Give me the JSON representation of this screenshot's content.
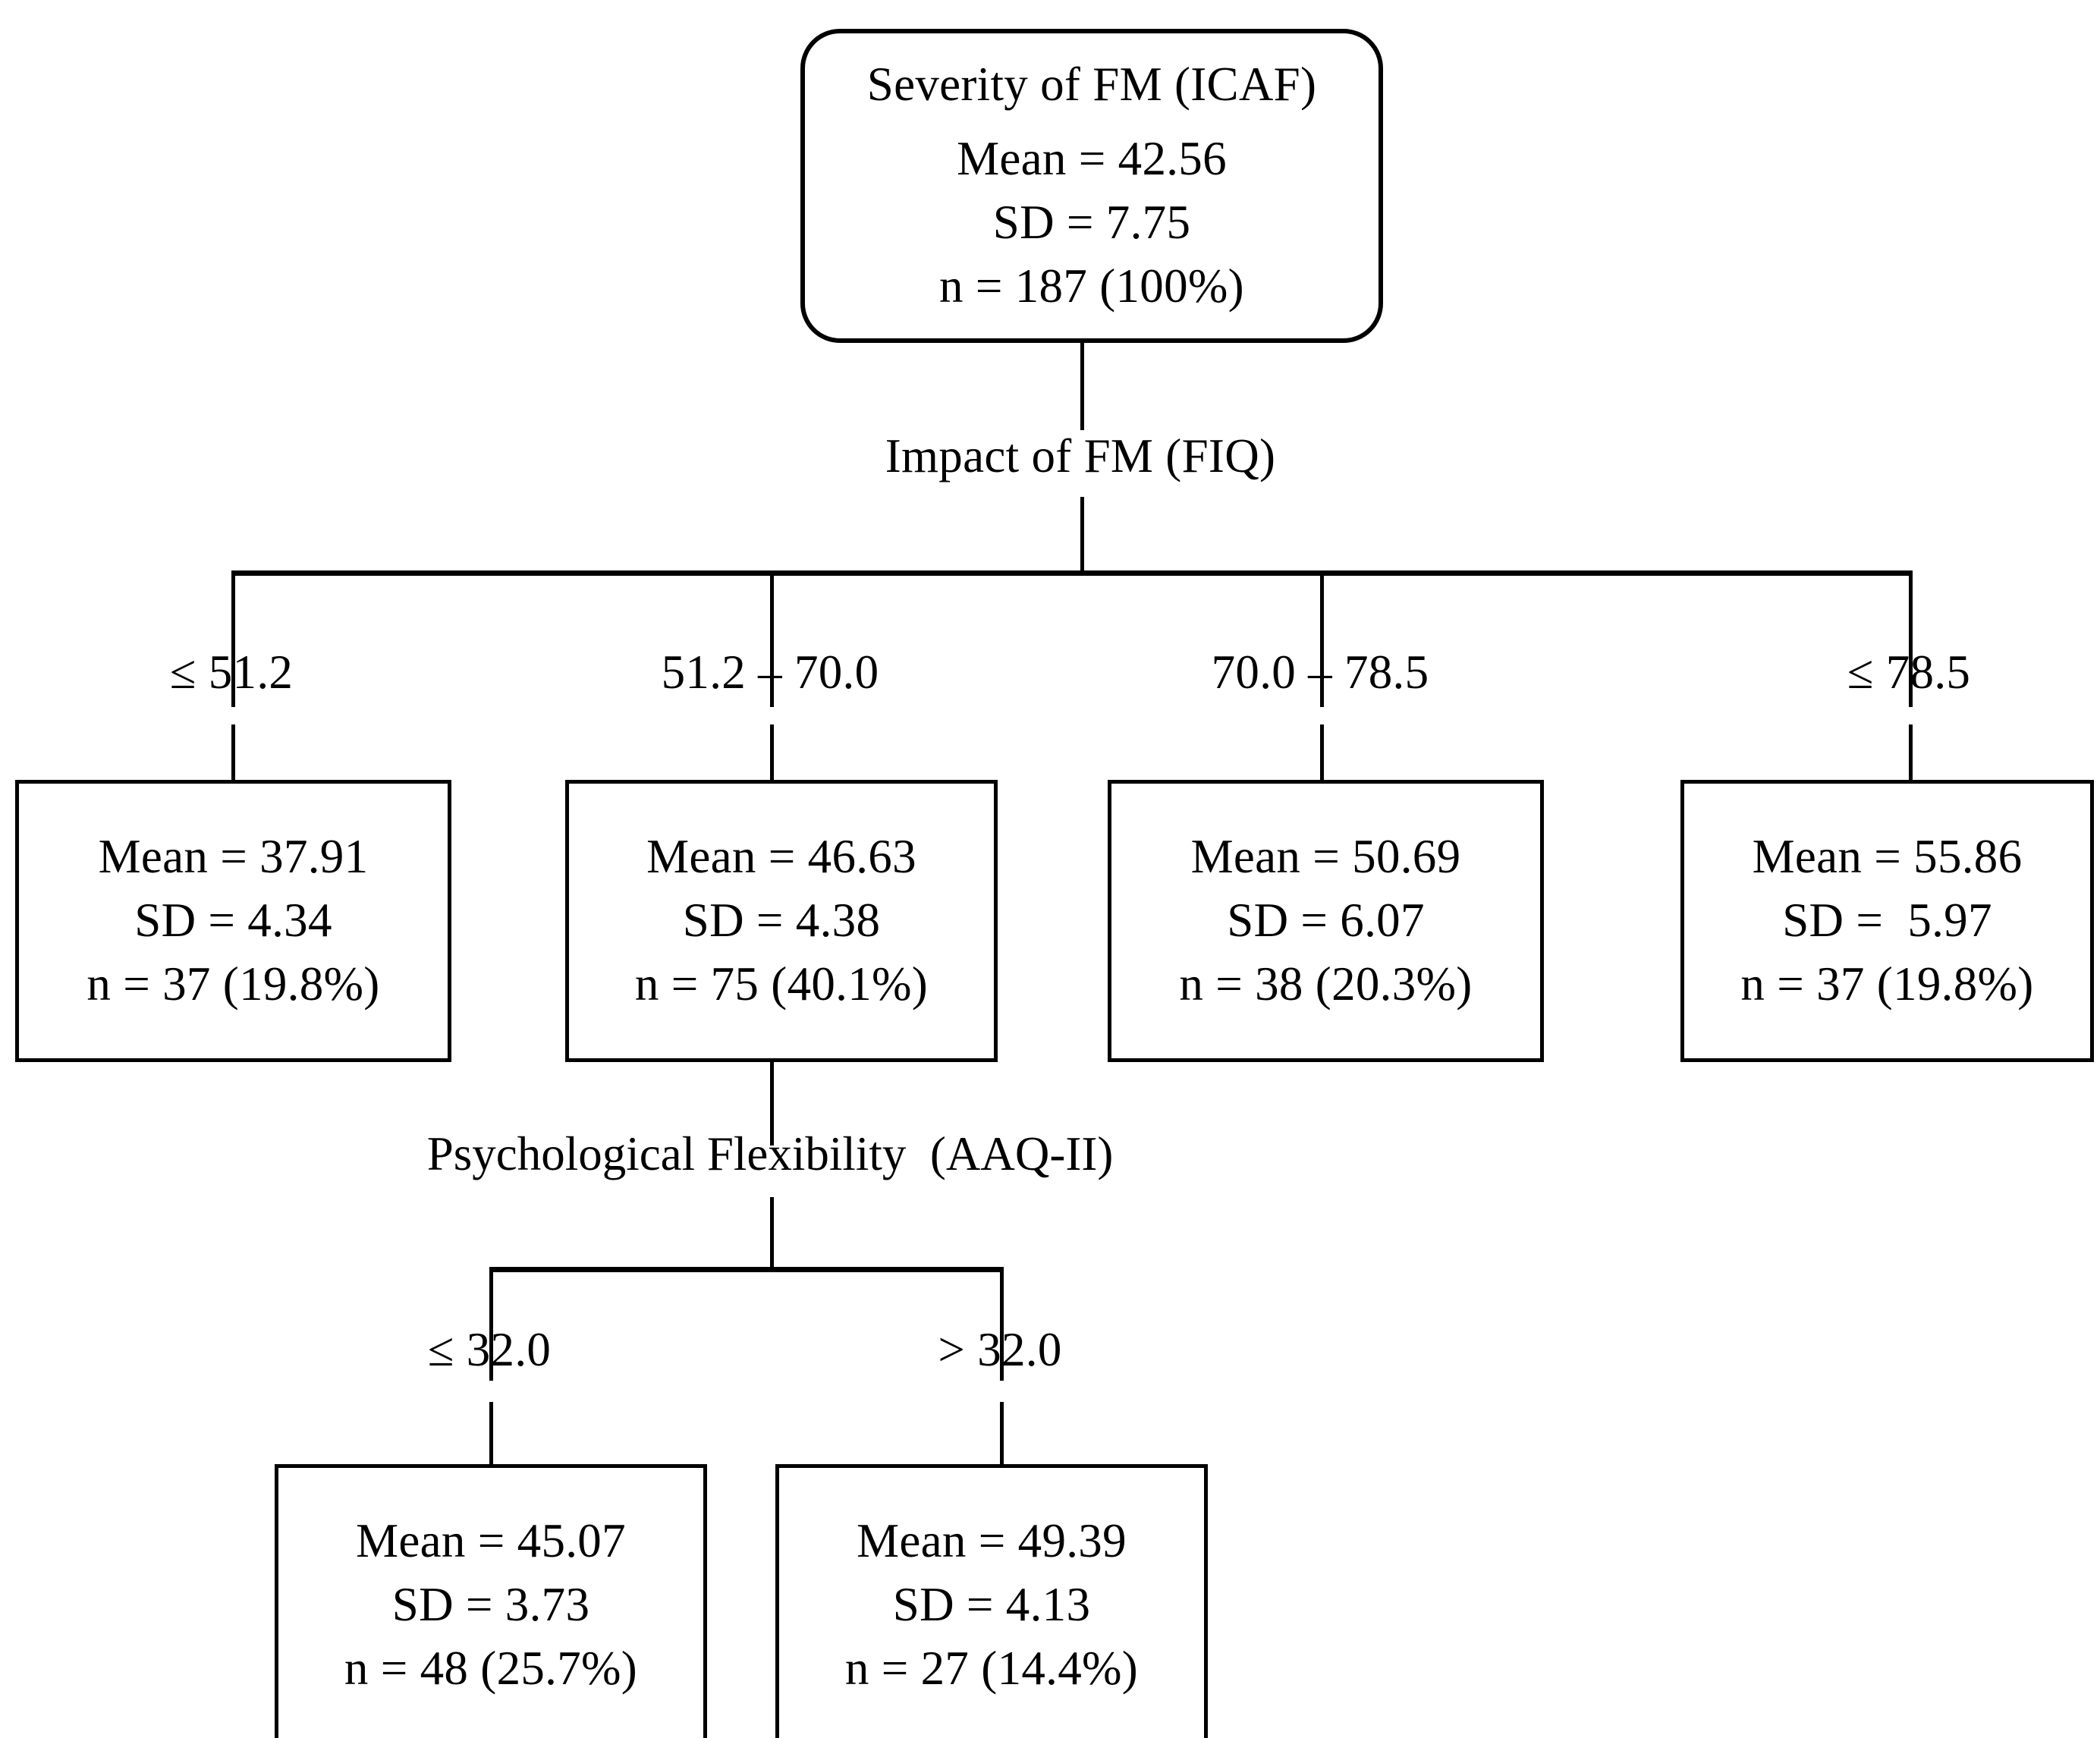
{
  "diagram": {
    "type": "decision-tree",
    "title_node": {
      "name": "root-node",
      "heading": "Severity of FM (ICAF)",
      "mean": "Mean = 42.56",
      "sd": "SD = 7.75",
      "n": "n = 187 (100%)"
    },
    "splits": [
      {
        "name": "split-fiq",
        "variable_label": "Impact of FM (FIQ)",
        "branch_labels": [
          "≤ 51.2",
          "51.2 – 70.0",
          "70.0 – 78.5",
          "≤ 78.5"
        ]
      },
      {
        "name": "split-aaq",
        "variable_label": "Psychological Flexibility  (AAQ-II)",
        "branch_labels": [
          "≤ 32.0",
          "> 32.0"
        ]
      }
    ],
    "level2_nodes": [
      {
        "name": "node-fiq-1",
        "mean": "Mean = 37.91",
        "sd": "SD = 4.34",
        "n": "n = 37 (19.8%)"
      },
      {
        "name": "node-fiq-2",
        "mean": "Mean = 46.63",
        "sd": "SD = 4.38",
        "n": "n = 75 (40.1%)"
      },
      {
        "name": "node-fiq-3",
        "mean": "Mean = 50.69",
        "sd": "SD = 6.07",
        "n": "n = 38 (20.3%)"
      },
      {
        "name": "node-fiq-4",
        "mean": "Mean = 55.86",
        "sd": "SD =  5.97",
        "n": "n = 37 (19.8%)"
      }
    ],
    "level3_nodes": [
      {
        "name": "node-aaq-1",
        "mean": "Mean = 45.07",
        "sd": "SD = 3.73",
        "n": "n = 48 (25.7%)"
      },
      {
        "name": "node-aaq-2",
        "mean": "Mean = 49.39",
        "sd": "SD = 4.13",
        "n": "n = 27 (14.4%)"
      }
    ]
  },
  "chart_data": {
    "type": "tree",
    "title": "Severity of FM (ICAF)",
    "outcome": "Severity of FM (ICAF)",
    "root": {
      "label": "Severity of FM (ICAF)",
      "mean": 42.56,
      "sd": 7.75,
      "n": 187,
      "pct": 100.0
    },
    "split_variables": [
      "Impact of FM (FIQ)",
      "Psychological Flexibility  (AAQ-II)"
    ],
    "nodes": [
      {
        "parent": "root",
        "split_var": "Impact of FM (FIQ)",
        "branch": "≤ 51.2",
        "mean": 37.91,
        "sd": 4.34,
        "n": 37,
        "pct": 19.8
      },
      {
        "parent": "root",
        "split_var": "Impact of FM (FIQ)",
        "branch": "51.2 – 70.0",
        "mean": 46.63,
        "sd": 4.38,
        "n": 75,
        "pct": 40.1
      },
      {
        "parent": "root",
        "split_var": "Impact of FM (FIQ)",
        "branch": "70.0 – 78.5",
        "mean": 50.69,
        "sd": 6.07,
        "n": 38,
        "pct": 20.3
      },
      {
        "parent": "root",
        "split_var": "Impact of FM (FIQ)",
        "branch": "≤ 78.5",
        "mean": 55.86,
        "sd": 5.97,
        "n": 37,
        "pct": 19.8
      },
      {
        "parent": "51.2 – 70.0",
        "split_var": "Psychological Flexibility  (AAQ-II)",
        "branch": "≤ 32.0",
        "mean": 45.07,
        "sd": 3.73,
        "n": 48,
        "pct": 25.7
      },
      {
        "parent": "51.2 – 70.0",
        "split_var": "Psychological Flexibility  (AAQ-II)",
        "branch": "> 32.0",
        "mean": 49.39,
        "sd": 4.13,
        "n": 27,
        "pct": 14.4
      }
    ],
    "xlabel": "",
    "ylabel": "",
    "grid": false,
    "legend": "none"
  }
}
